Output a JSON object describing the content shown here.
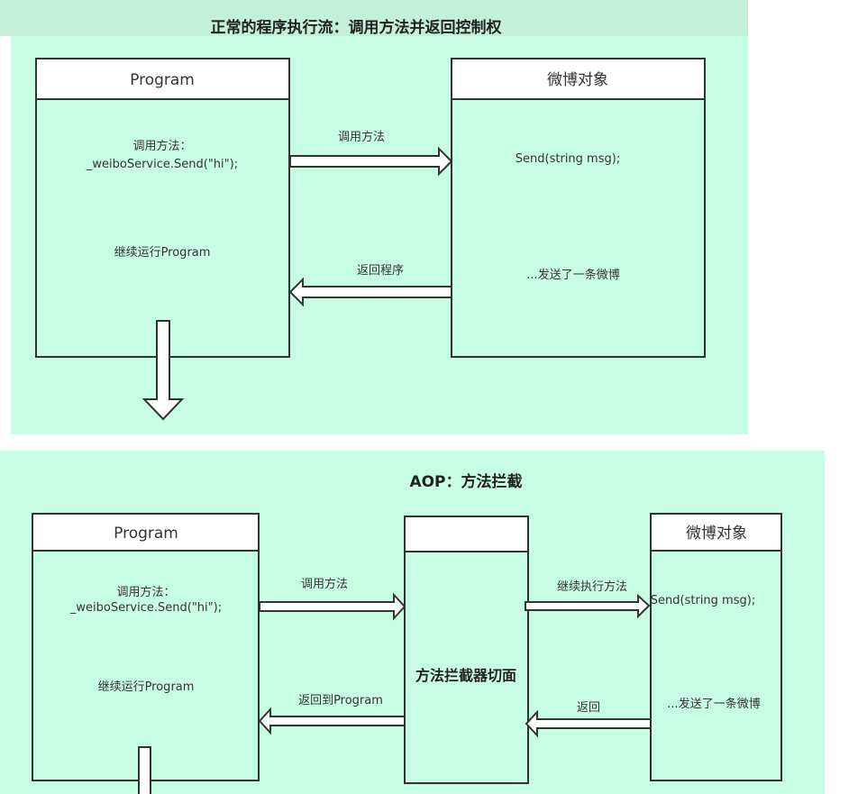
{
  "top": {
    "title": "正常的程序执行流：调用方法并返回控制权",
    "program": {
      "header": "Program",
      "line1": "调用方法：",
      "line2": "_weiboService.Send(\"hi\");",
      "line3": "继续运行Program"
    },
    "weibo": {
      "header": "微博对象",
      "line1": "Send(string msg);",
      "line2": "...发送了一条微博"
    },
    "call_label": "调用方法",
    "return_label": "返回程序"
  },
  "bottom": {
    "title": "AOP：方法拦截",
    "program": {
      "header": "Program",
      "line1": "调用方法：",
      "line2": "_weiboService.Send(\"hi\");",
      "line3": "继续运行Program"
    },
    "interceptor": {
      "header": "",
      "label": "方法拦截器切面"
    },
    "weibo": {
      "header": "微博对象",
      "line1": "Send(string msg);",
      "line2": "...发送了一条微博"
    },
    "call_label": "调用方法",
    "continue_label": "继续执行方法",
    "return_label": "返回",
    "return_program_label": "返回到Program"
  },
  "colors": {
    "panel": "#c8fde5",
    "band": "#c4f0da",
    "stroke": "#333333"
  }
}
